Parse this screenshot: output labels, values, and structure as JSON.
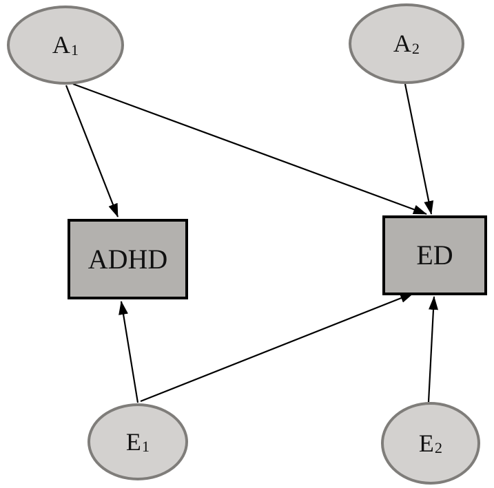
{
  "diagram": {
    "type": "path-diagram",
    "description": "Twin-model style path diagram with latent factors (ellipses) pointing to observed variables (rectangles)",
    "nodes": [
      {
        "id": "A1",
        "shape": "ellipse",
        "main": "A",
        "sub": "1"
      },
      {
        "id": "A2",
        "shape": "ellipse",
        "main": "A",
        "sub": "2"
      },
      {
        "id": "ADHD",
        "shape": "rectangle",
        "main": "ADHD",
        "sub": ""
      },
      {
        "id": "ED",
        "shape": "rectangle",
        "main": "ED",
        "sub": ""
      },
      {
        "id": "E1",
        "shape": "ellipse",
        "main": "E",
        "sub": "1"
      },
      {
        "id": "E2",
        "shape": "ellipse",
        "main": "E",
        "sub": "2"
      }
    ],
    "edges": [
      {
        "from": "A1",
        "to": "ADHD",
        "style": "solid-arrow"
      },
      {
        "from": "A1",
        "to": "ED",
        "style": "solid-arrow"
      },
      {
        "from": "A2",
        "to": "ED",
        "style": "solid-arrow"
      },
      {
        "from": "E1",
        "to": "ADHD",
        "style": "solid-arrow"
      },
      {
        "from": "E1",
        "to": "ED",
        "style": "solid-arrow"
      },
      {
        "from": "E2",
        "to": "ED",
        "style": "solid-arrow"
      }
    ],
    "colors": {
      "background": "#ffffff",
      "ellipse_fill": "#d3d1cf",
      "ellipse_border": "#7f7d7a",
      "rect_fill": "#b3b1ae",
      "rect_border": "#000000",
      "arrow": "#000000",
      "text": "#111111"
    }
  }
}
